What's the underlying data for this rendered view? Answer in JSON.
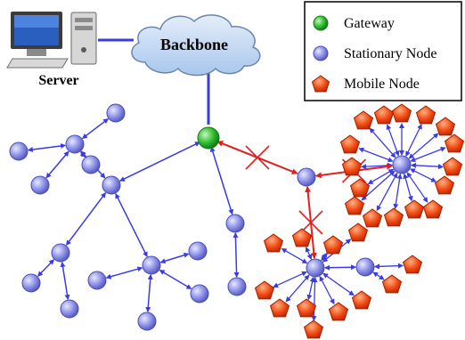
{
  "labels": {
    "server": "Server",
    "backbone": "Backbone"
  },
  "legend": {
    "gateway": "Gateway",
    "stationary": "Stationary Node",
    "mobile": "Mobile Node"
  },
  "colors": {
    "wired_link": "#3a3ae6",
    "wireless_link": "#3a3ae6",
    "broken_link": "#e02020",
    "gateway": "#22b022",
    "stationary": "#8f93e8",
    "mobile": "#ee3a10",
    "cloud": "#b9d2f0"
  },
  "icons": {
    "server": "computer-server-icon",
    "backbone": "cloud-icon",
    "broken_link": "cross-mark-icon"
  }
}
